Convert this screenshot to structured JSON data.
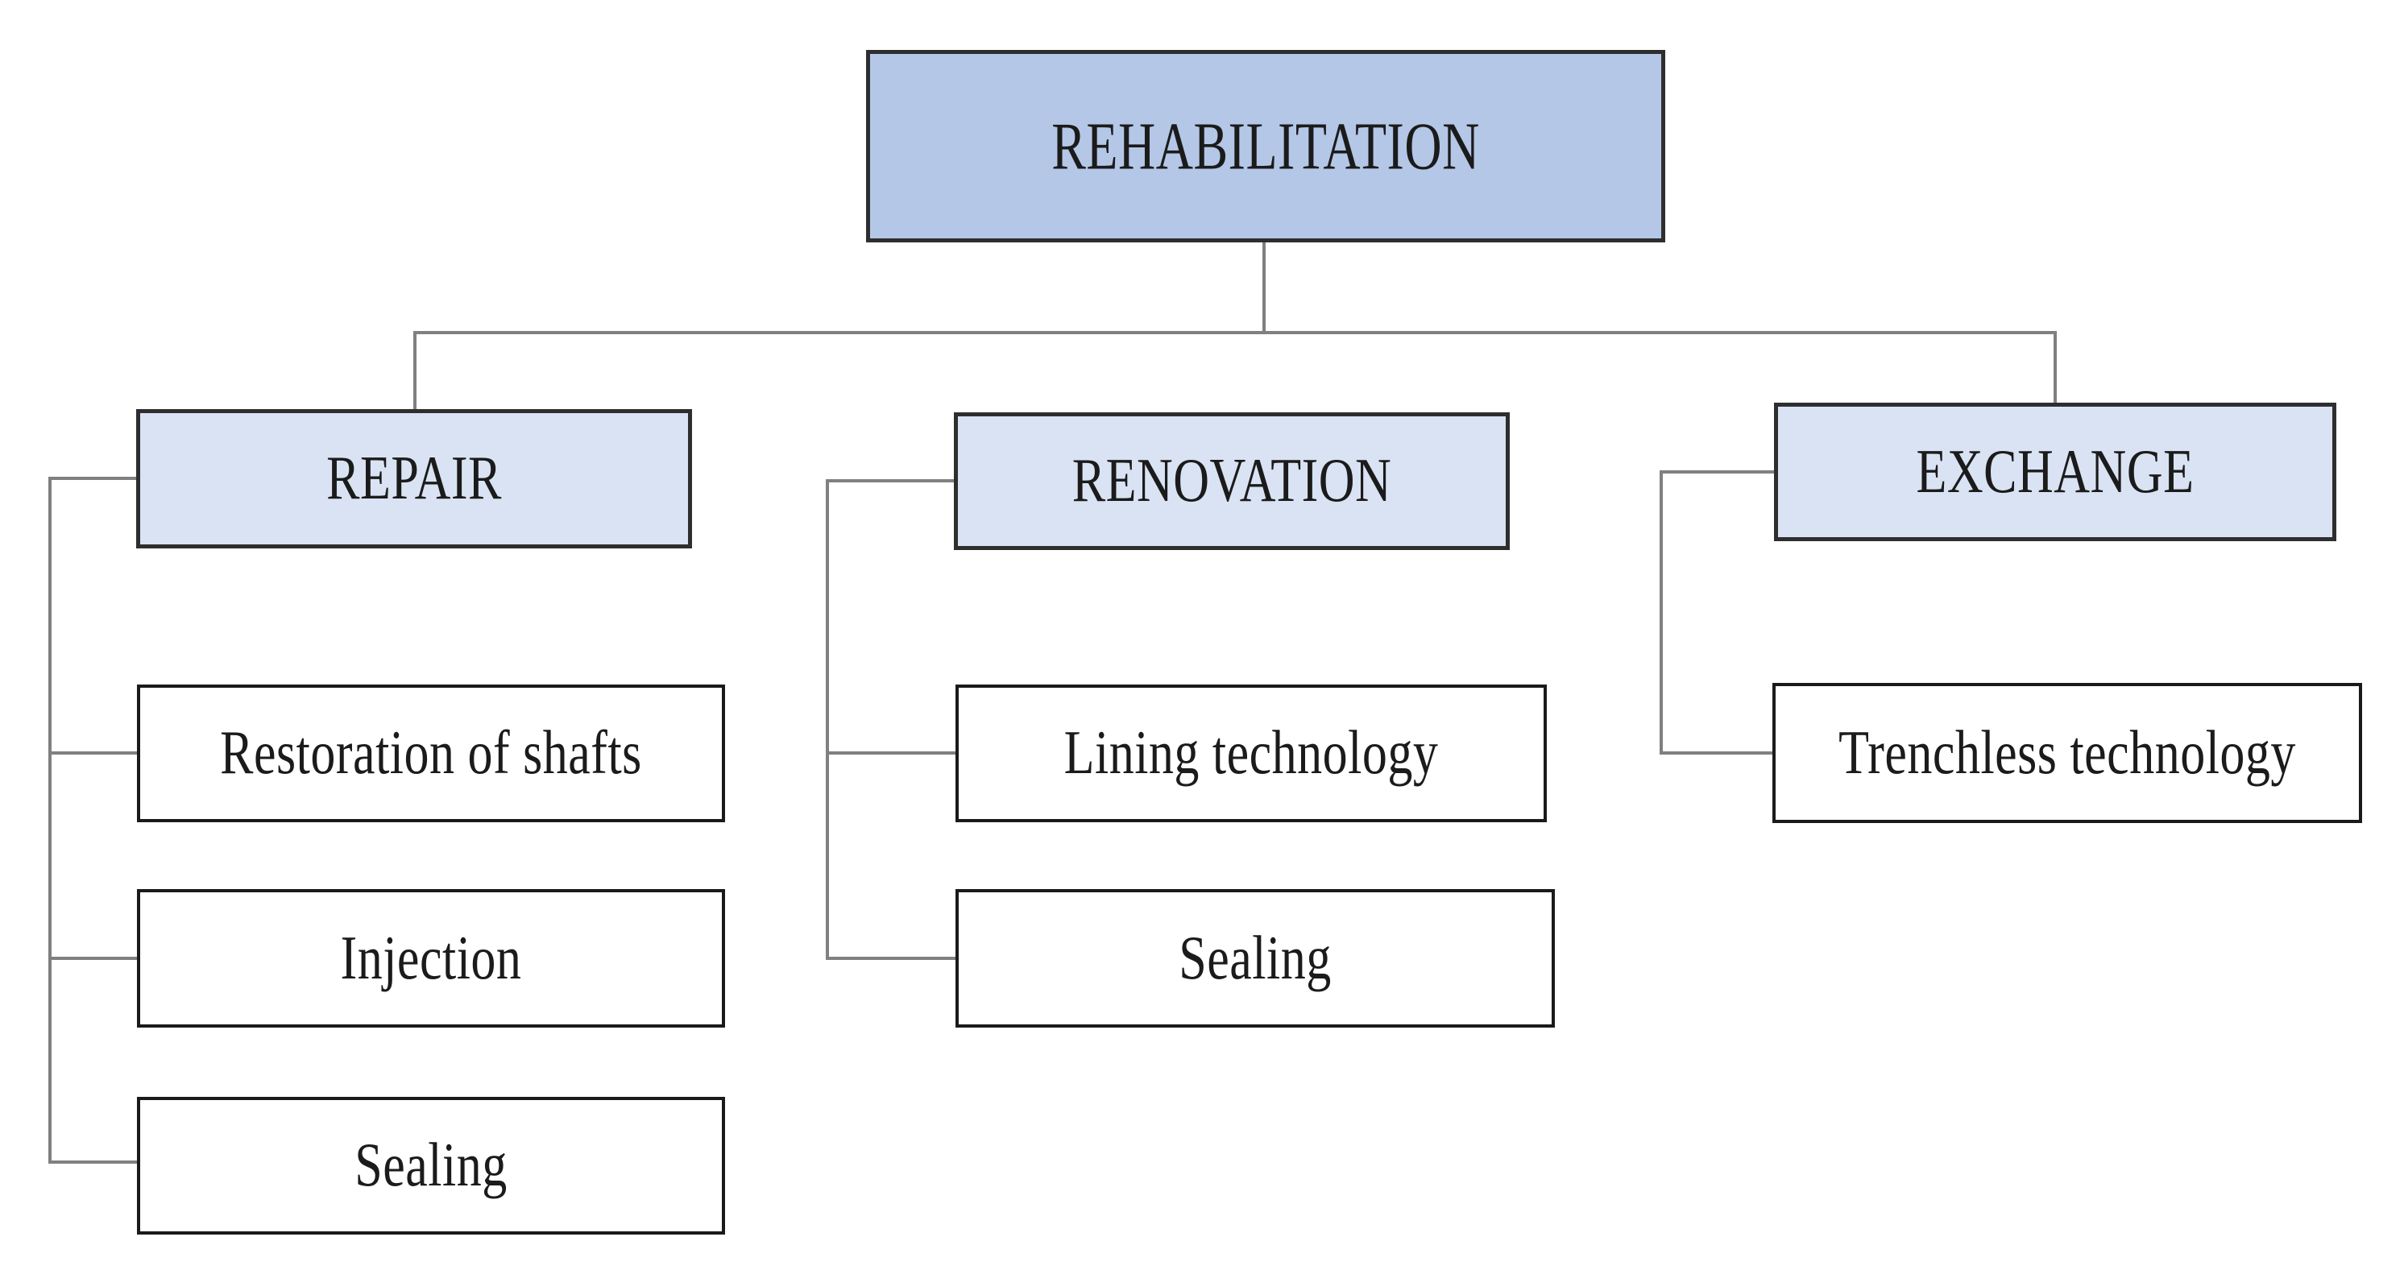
{
  "figure": {
    "type": "hierarchy-diagram",
    "root": {
      "label": "REHABILITATION"
    },
    "branches": [
      {
        "label": "REPAIR",
        "children": [
          {
            "label": "Restoration of shafts"
          },
          {
            "label": "Injection"
          },
          {
            "label": "Sealing"
          }
        ]
      },
      {
        "label": "RENOVATION",
        "children": [
          {
            "label": "Lining technology"
          },
          {
            "label": "Sealing"
          }
        ]
      },
      {
        "label": "EXCHANGE",
        "children": [
          {
            "label": "Trenchless technology"
          }
        ]
      }
    ],
    "colors": {
      "background": "#ffffff",
      "root_fill": "#b4c7e7",
      "branch_fill": "#dae3f3",
      "leaf_fill": "#ffffff",
      "box_border": "#2e2e2e",
      "leaf_border": "#1a1a1a",
      "connector": "#808080",
      "text": "#1b1b1b"
    }
  }
}
